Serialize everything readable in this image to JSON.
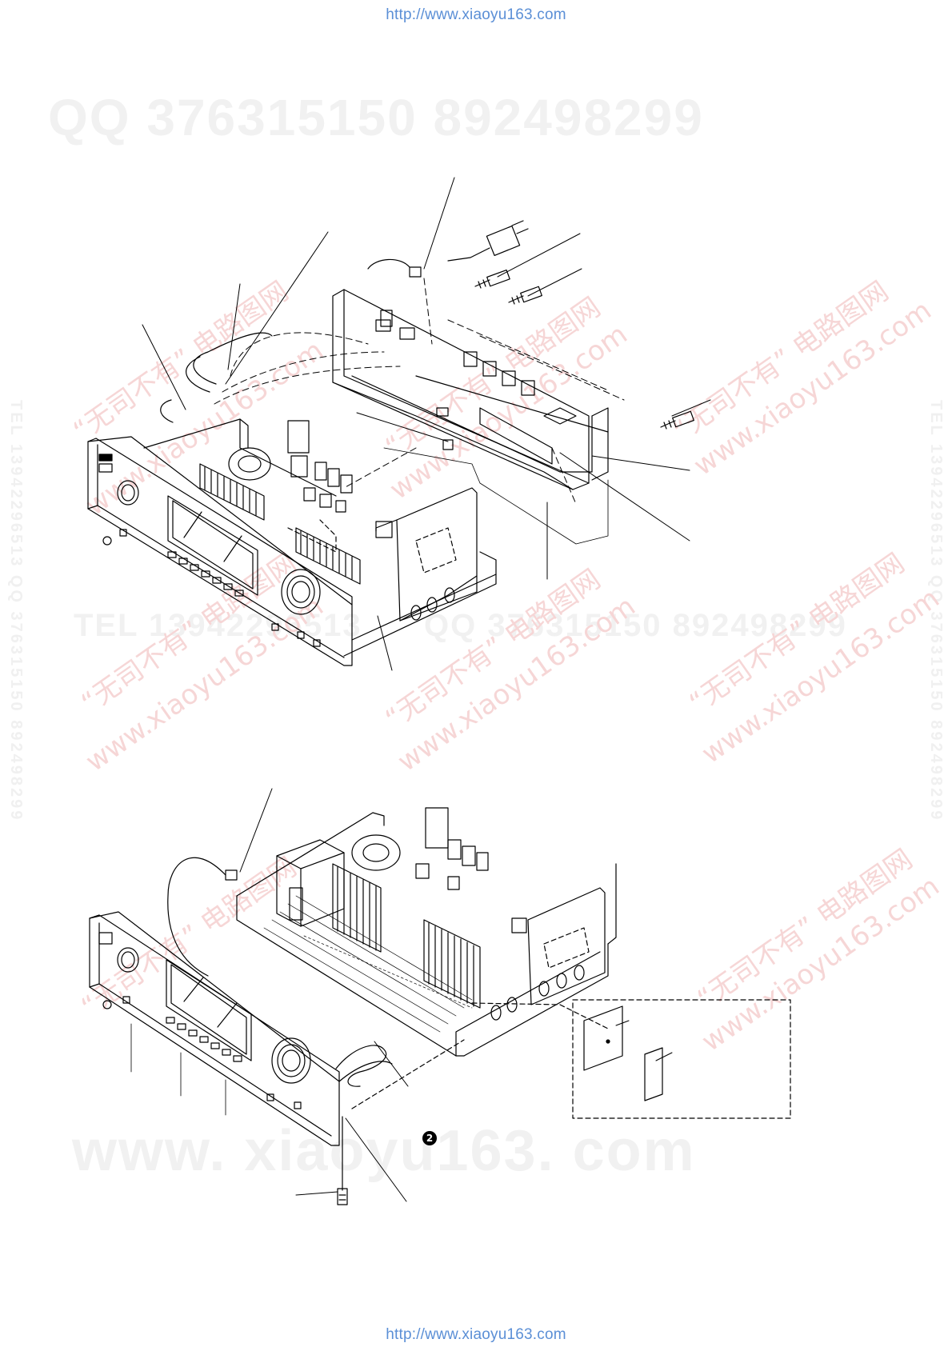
{
  "header": {
    "url": "http://www.xiaoyu163.com"
  },
  "footer": {
    "url": "http://www.xiaoyu163.com"
  },
  "watermarks": {
    "qq_top": "QQ 376315150     892498299",
    "qq_mid": "QQ 376315150  892498299",
    "tel_mid": "TEL 13942296513",
    "www_bottom": "www. xiaoyu163. com",
    "cn_label": "“无司不有” 电路图网",
    "cn_url": "www.xiaoyu163.com",
    "side_left": "TEL 13942296513 QQ 376315150 892498299",
    "side_right": "TEL 13942296513 QQ 376315150 892498299"
  },
  "figure": {
    "callout_number": "2"
  },
  "colors": {
    "url": "#5b8fd6",
    "line": "#000000",
    "watermark_red": "#f6d6d6",
    "watermark_gray": "#f1f1f1"
  }
}
